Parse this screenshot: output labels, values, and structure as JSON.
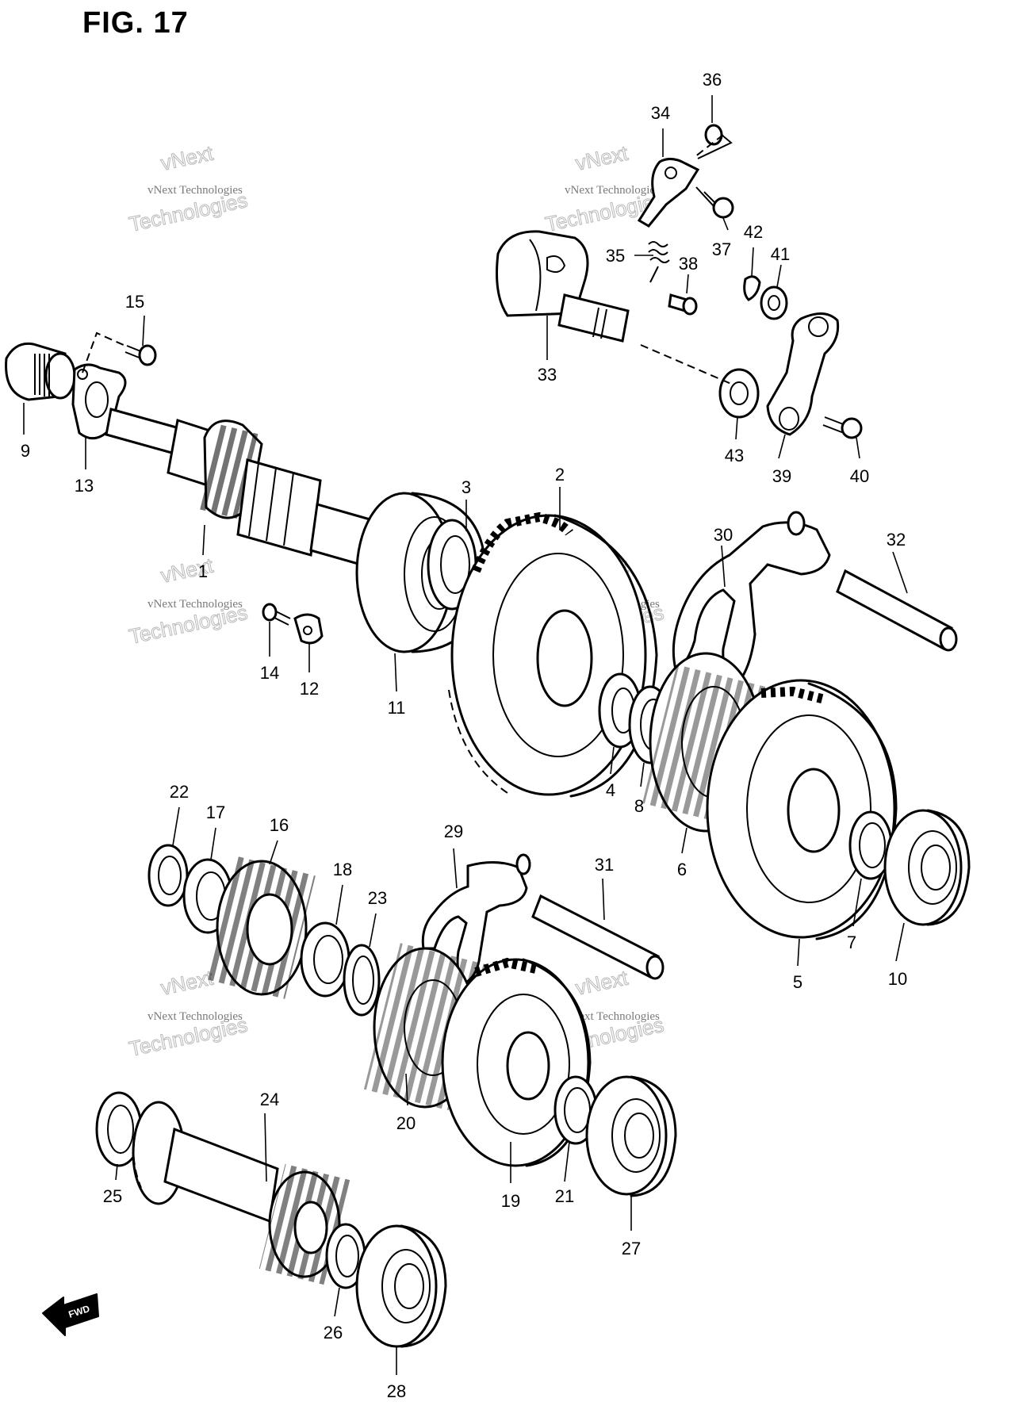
{
  "figure": {
    "title": "FIG. 17"
  },
  "watermark": {
    "company": "vNext Technologies",
    "word1": "vNext",
    "word2": "Technologies"
  },
  "direction_arrow": {
    "label": "FWD",
    "icon": "fwd-arrow-icon"
  },
  "callouts": {
    "p1": "1",
    "p2": "2",
    "p3": "3",
    "p4": "4",
    "p5": "5",
    "p6": "6",
    "p7": "7",
    "p8": "8",
    "p9": "9",
    "p10": "10",
    "p11": "11",
    "p12": "12",
    "p13": "13",
    "p14": "14",
    "p15": "15",
    "p16": "16",
    "p17": "17",
    "p18": "18",
    "p19": "19",
    "p20": "20",
    "p21": "21",
    "p22": "22",
    "p23": "23",
    "p24": "24",
    "p25": "25",
    "p26": "26",
    "p27": "27",
    "p28": "28",
    "p29": "29",
    "p30": "30",
    "p31": "31",
    "p32": "32",
    "p33": "33",
    "p34": "34",
    "p35": "35",
    "p36": "36",
    "p37": "37",
    "p38": "38",
    "p39": "39",
    "p40": "40",
    "p41": "41",
    "p42": "42",
    "p43": "43"
  }
}
